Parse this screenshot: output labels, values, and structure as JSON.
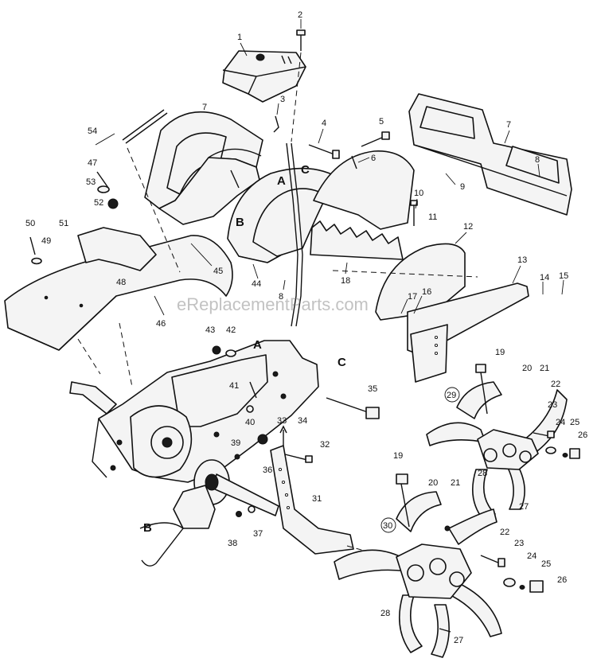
{
  "watermark": "eReplacementParts.com",
  "ref_letters": {
    "a1": "A",
    "c1": "C",
    "b1": "B",
    "a2": "A",
    "c2": "C",
    "b2": "B"
  },
  "part_numbers": {
    "p1": "1",
    "p2": "2",
    "p3": "3",
    "p4": "4",
    "p5": "5",
    "p6": "6",
    "p7a": "7",
    "p7b": "7",
    "p8a": "8",
    "p8b": "8",
    "p9": "9",
    "p10": "10",
    "p11": "11",
    "p12": "12",
    "p13": "13",
    "p14": "14",
    "p15": "15",
    "p16": "16",
    "p17": "17",
    "p18": "18",
    "p19a": "19",
    "p20a": "20",
    "p21a": "21",
    "p22a": "22",
    "p23a": "23",
    "p24a": "24",
    "p25a": "25",
    "p26a": "26",
    "p27a": "27",
    "p28a": "28",
    "p29": "29",
    "p19b": "19",
    "p20b": "20",
    "p21b": "21",
    "p22b": "22",
    "p23b": "23",
    "p24b": "24",
    "p25b": "25",
    "p26b": "26",
    "p27b": "27",
    "p28b": "28",
    "p30": "30",
    "p31": "31",
    "p32": "32",
    "p33": "33",
    "p34": "34",
    "p35": "35",
    "p36": "36",
    "p37": "37",
    "p38": "38",
    "p39": "39",
    "p40": "40",
    "p41": "41",
    "p42": "42",
    "p43": "43",
    "p44": "44",
    "p45": "45",
    "p46": "46",
    "p47": "47",
    "p48": "48",
    "p49": "49",
    "p50": "50",
    "p51": "51",
    "p52": "52",
    "p53": "53",
    "p54": "54"
  }
}
